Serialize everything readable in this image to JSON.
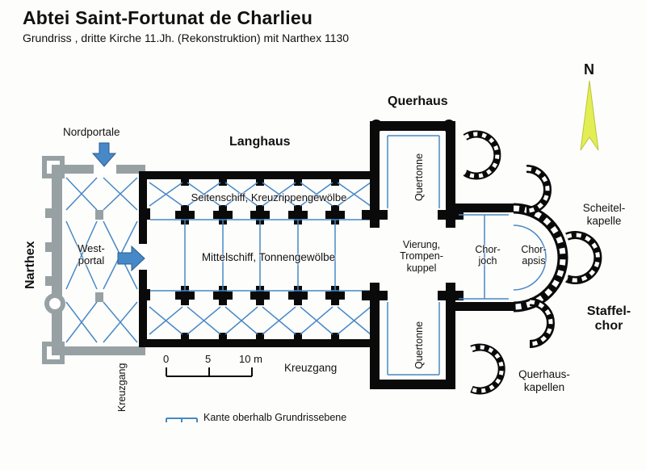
{
  "header": {
    "title": "Abtei Saint-Fortunat de Charlieu",
    "subtitle": "Grundriss , dritte Kirche 11.Jh. (Rekonstruktion) mit Narthex 1130"
  },
  "compass": {
    "north": "N"
  },
  "plan_labels": {
    "nordportale": "Nordportale",
    "langhaus": "Langhaus",
    "querhaus": "Querhaus",
    "narthex": "Narthex",
    "seitenschiff": "Seitenschiff, Kreuzrippengewölbe",
    "mittelschiff": "Mittelschiff, Tonnengewölbe",
    "westportal": [
      "West-",
      "portal"
    ],
    "quertonne": "Quertonne",
    "vierung": [
      "Vierung,",
      "Trompen-",
      "kuppel"
    ],
    "chorjoch": [
      "Chor-",
      "joch"
    ],
    "chorapsis": [
      "Chor-",
      "apsis"
    ],
    "scheitelkapelle": [
      "Scheitel-",
      "kapelle"
    ],
    "staffelchor": [
      "Staffel-",
      "chor"
    ],
    "querhauskapellen": [
      "Querhaus-",
      "kapellen"
    ],
    "kreuzgang": "Kreuzgang"
  },
  "scale_bar": {
    "t0": "0",
    "t5": "5",
    "t10": "10 m"
  },
  "legend": {
    "kante": "Kante oberhalb Grundrissebene"
  },
  "colors": {
    "wall_black": "#0a0a0a",
    "vault_blue": "#4788c7",
    "narthex_gray": "#97a1a3",
    "compass_yellow": "#e3ee55"
  }
}
